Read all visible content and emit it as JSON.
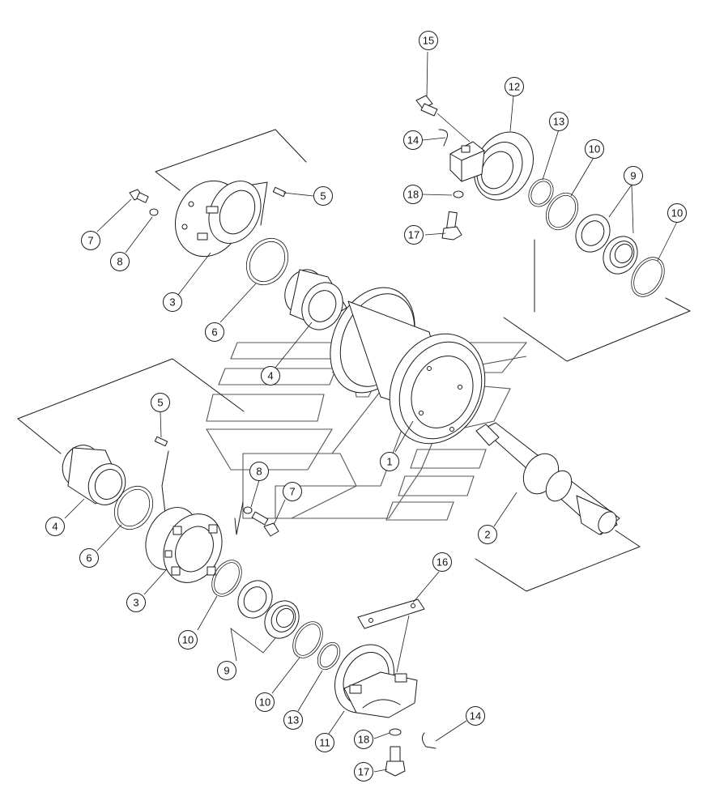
{
  "callouts": [
    {
      "id": "c15",
      "text": "15"
    },
    {
      "id": "c12",
      "text": "12"
    },
    {
      "id": "c13",
      "text": "13"
    },
    {
      "id": "c14a",
      "text": "14"
    },
    {
      "id": "c10a",
      "text": "10"
    },
    {
      "id": "c9a",
      "text": "9"
    },
    {
      "id": "c10b",
      "text": "10"
    },
    {
      "id": "c18a",
      "text": "18"
    },
    {
      "id": "c17a",
      "text": "17"
    },
    {
      "id": "c5a",
      "text": "5"
    },
    {
      "id": "c7a",
      "text": "7"
    },
    {
      "id": "c8a",
      "text": "8"
    },
    {
      "id": "c3a",
      "text": "3"
    },
    {
      "id": "c6a",
      "text": "6"
    },
    {
      "id": "c4a",
      "text": "4"
    },
    {
      "id": "c5b",
      "text": "5"
    },
    {
      "id": "c1",
      "text": "1"
    },
    {
      "id": "c8b",
      "text": "8"
    },
    {
      "id": "c7b",
      "text": "7"
    },
    {
      "id": "c4b",
      "text": "4"
    },
    {
      "id": "c6b",
      "text": "6"
    },
    {
      "id": "c3b",
      "text": "3"
    },
    {
      "id": "c2",
      "text": "2"
    },
    {
      "id": "c16",
      "text": "16"
    },
    {
      "id": "c10c",
      "text": "10"
    },
    {
      "id": "c9b",
      "text": "9"
    },
    {
      "id": "c10d",
      "text": "10"
    },
    {
      "id": "c13b",
      "text": "13"
    },
    {
      "id": "c11",
      "text": "11"
    },
    {
      "id": "c18b",
      "text": "18"
    },
    {
      "id": "c14b",
      "text": "14"
    },
    {
      "id": "c17b",
      "text": "17"
    }
  ]
}
